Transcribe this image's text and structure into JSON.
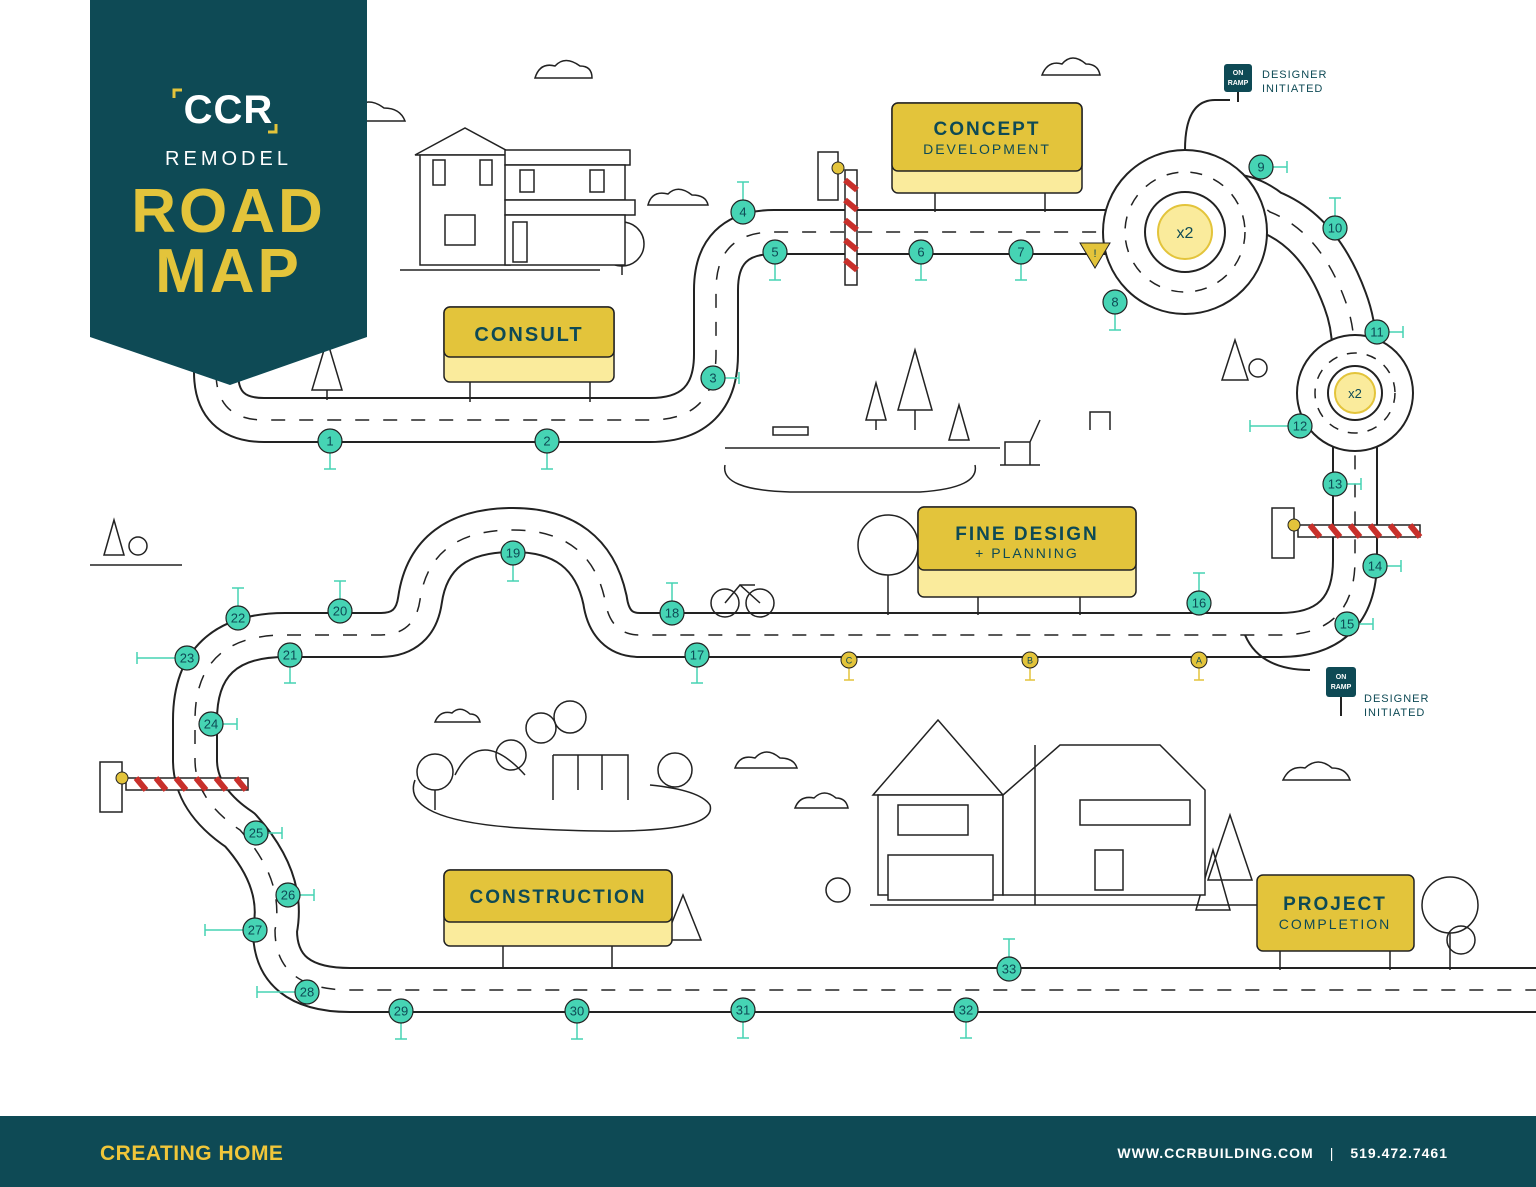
{
  "brand": {
    "logo": "CCR",
    "subtitle": "REMODEL",
    "title_line1": "ROAD",
    "title_line2": "MAP"
  },
  "signs": {
    "consult": "CONSULT",
    "concept_line1": "CONCEPT",
    "concept_line2": "DEVELOPMENT",
    "fine_line1": "FINE DESIGN",
    "fine_line2": "+ PLANNING",
    "construction": "CONSTRUCTION",
    "completion_line1": "PROJECT",
    "completion_line2": "COMPLETION"
  },
  "on_ramp": {
    "badge_line1": "ON",
    "badge_line2": "RAMP",
    "label_line1": "DESIGNER",
    "label_line2": "INITIATED"
  },
  "roundabout_label": "x2",
  "warning_symbol": "!",
  "stops": [
    "1",
    "2",
    "3",
    "4",
    "5",
    "6",
    "7",
    "8",
    "9",
    "10",
    "11",
    "12",
    "13",
    "14",
    "15",
    "16",
    "17",
    "18",
    "19",
    "20",
    "21",
    "22",
    "23",
    "24",
    "25",
    "26",
    "27",
    "28",
    "29",
    "30",
    "31",
    "32",
    "33"
  ],
  "bumps": [
    "A",
    "B",
    "C"
  ],
  "footer": {
    "tagline": "CREATING HOME",
    "website": "WWW.CCRBUILDING.COM",
    "divider": "|",
    "phone": "519.472.7461"
  },
  "colors": {
    "navy": "#0e4a55",
    "yellow": "#e3c43b",
    "light_yellow": "#faeb9c",
    "teal": "#46d4b4",
    "red": "#c8302b"
  }
}
